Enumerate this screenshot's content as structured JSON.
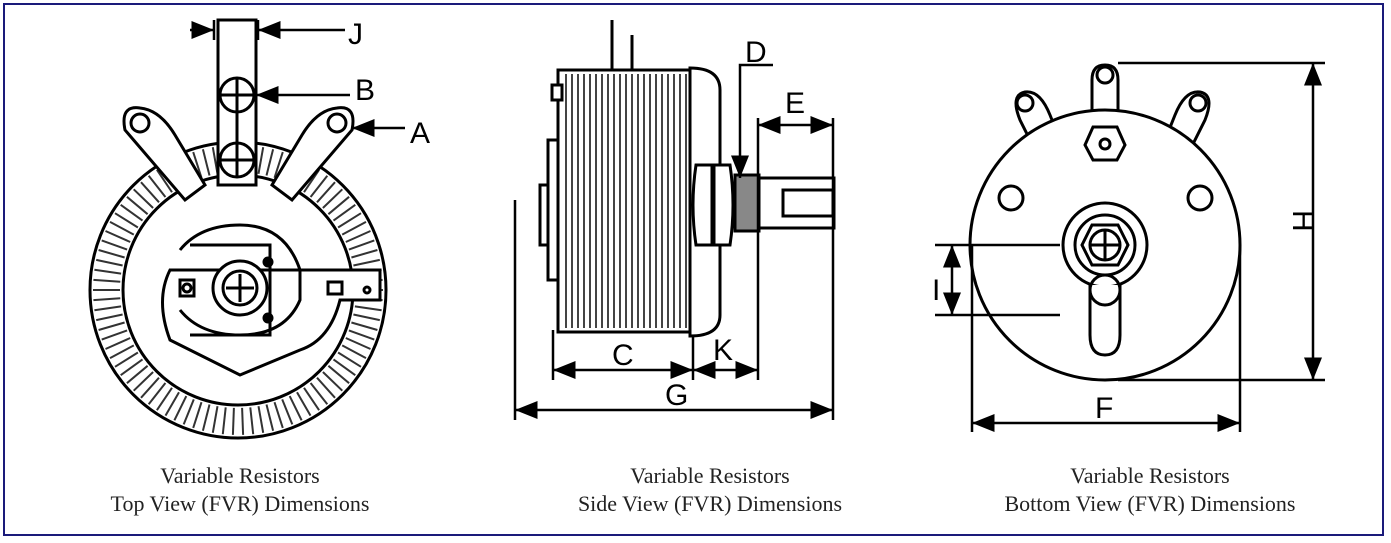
{
  "colors": {
    "border": "#1a1a7a",
    "line": "#000000",
    "grill": "#555555"
  },
  "views": [
    {
      "caption_line1": "Variable Resistors",
      "caption_line2": "Top View (FVR) Dimensions"
    },
    {
      "caption_line1": "Variable Resistors",
      "caption_line2": "Side View (FVR) Dimensions"
    },
    {
      "caption_line1": "Variable Resistors",
      "caption_line2": "Bottom View (FVR) Dimensions"
    }
  ],
  "labels": {
    "A": "A",
    "B": "B",
    "C": "C",
    "D": "D",
    "E": "E",
    "F": "F",
    "G": "G",
    "H": "H",
    "I": "I",
    "J": "J",
    "K": "K"
  }
}
